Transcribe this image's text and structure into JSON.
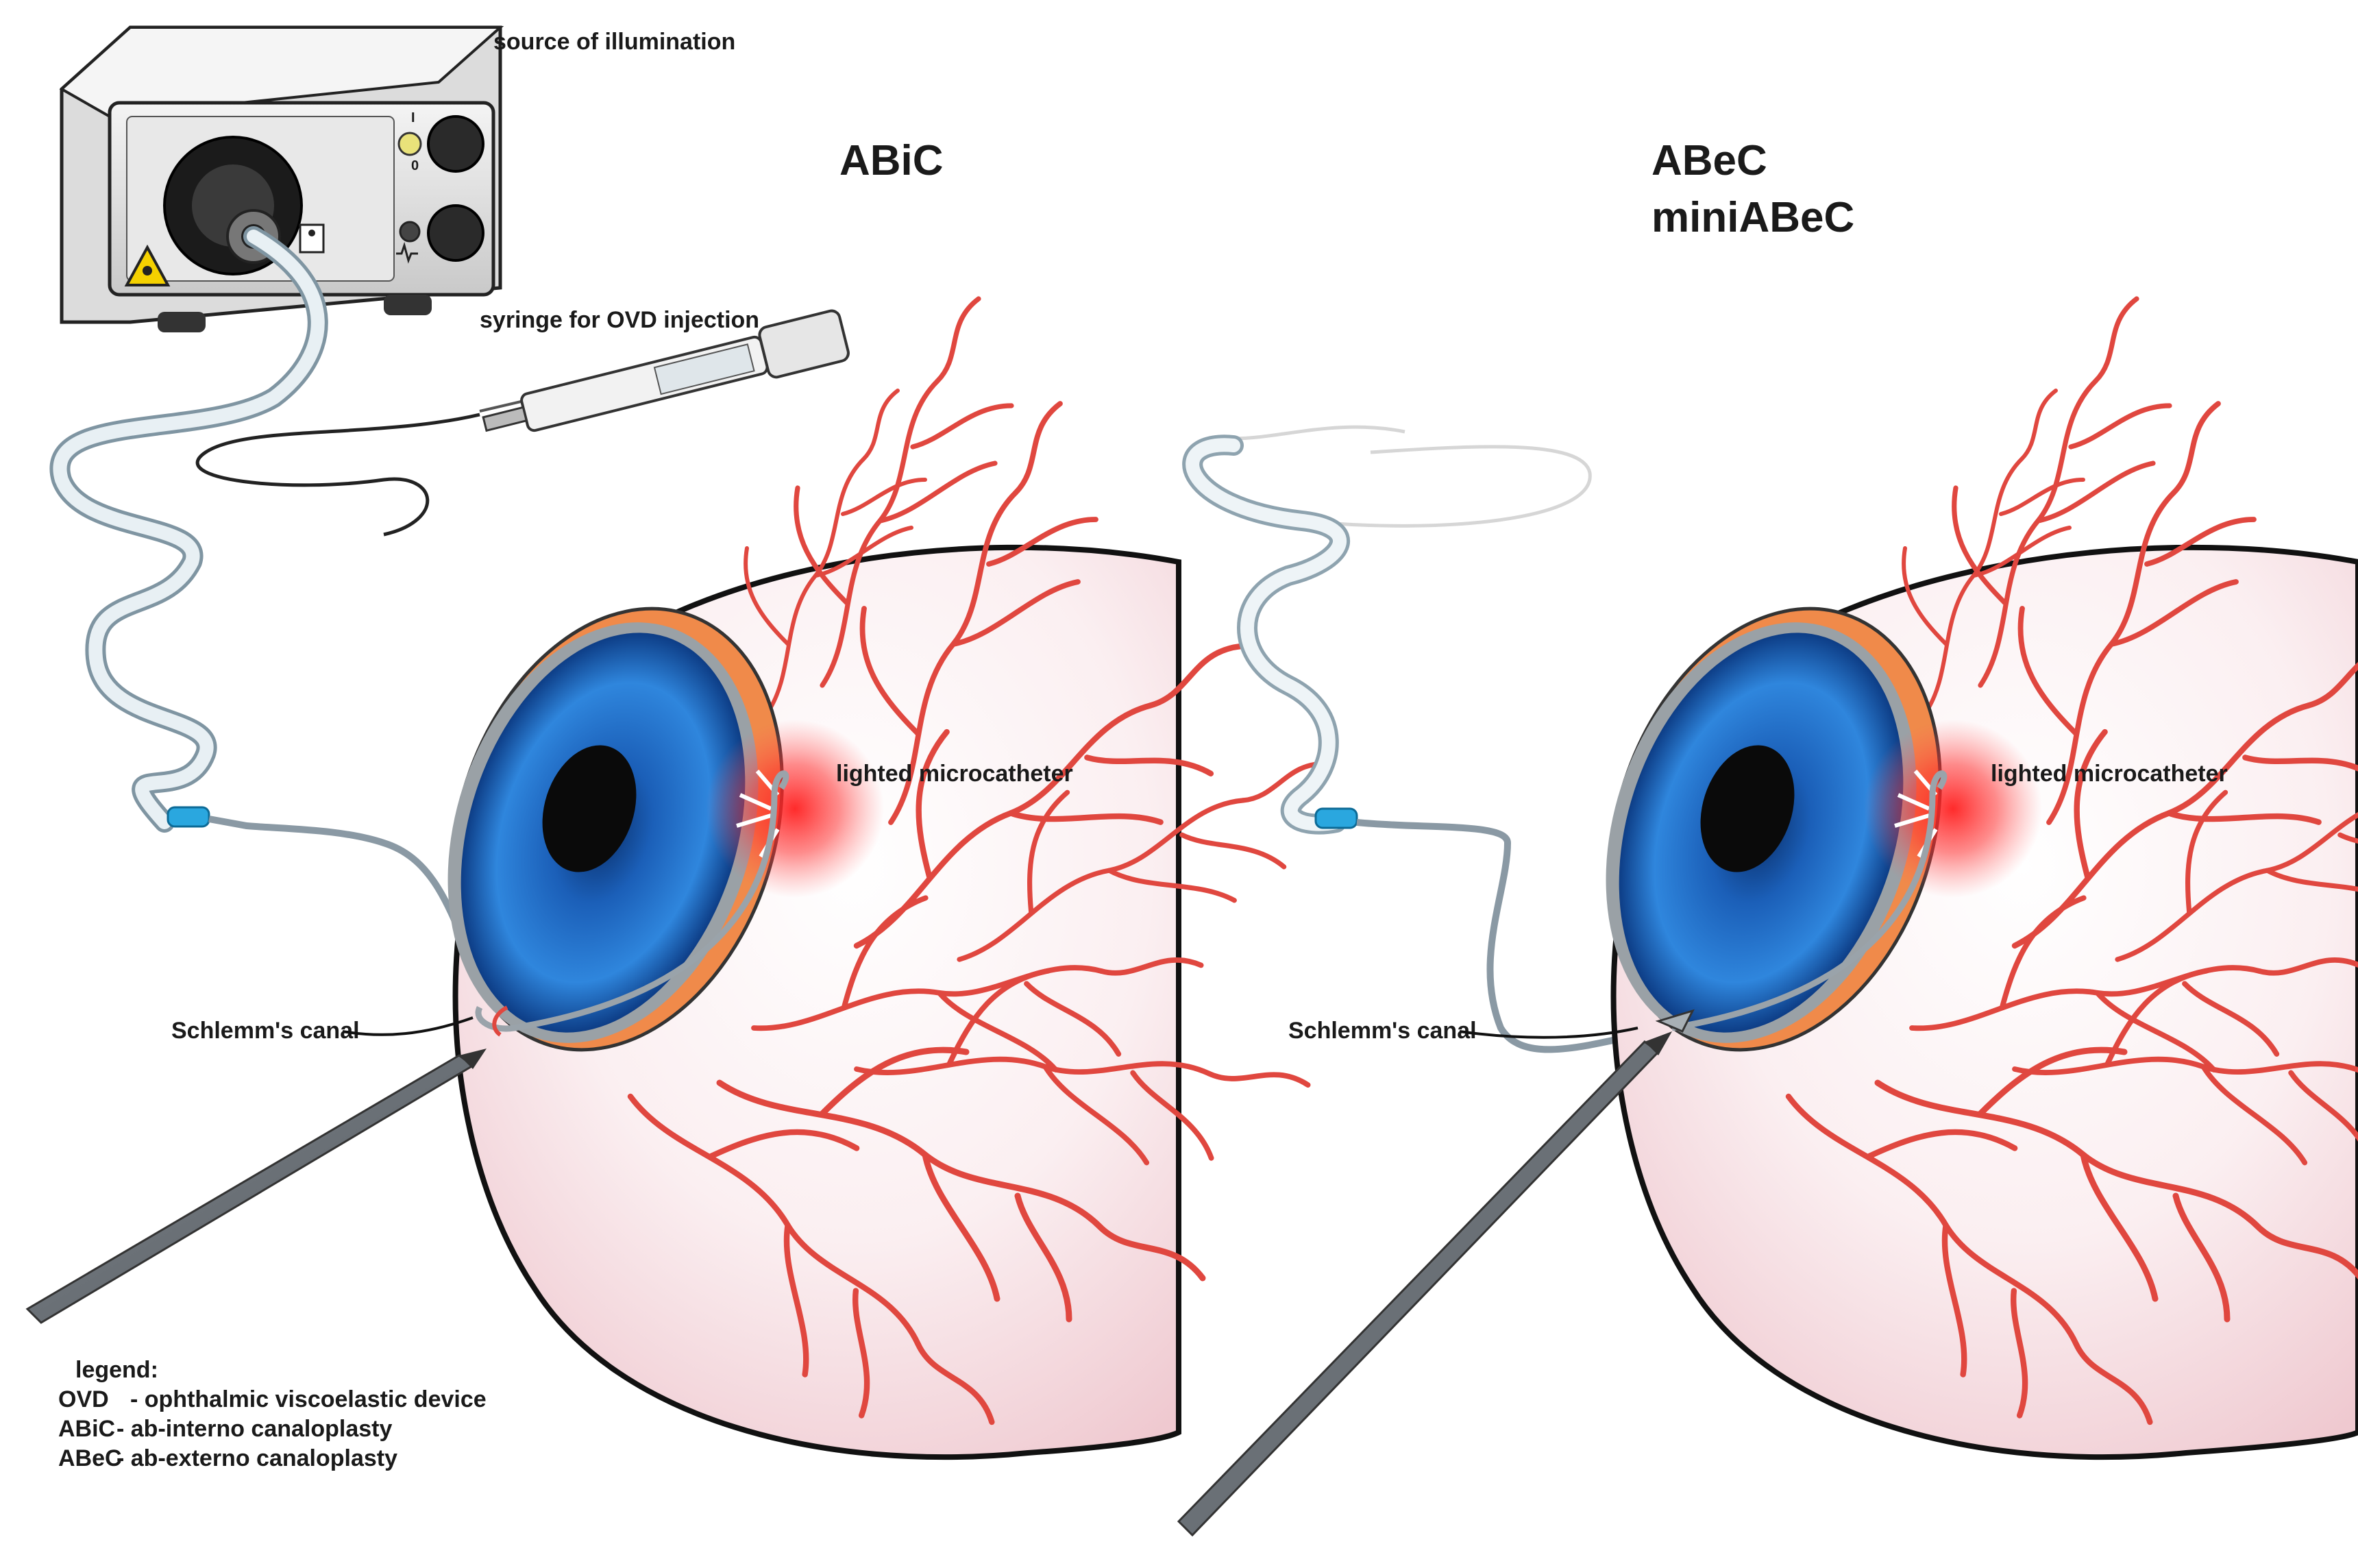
{
  "labels": {
    "source": "source of illumination",
    "syringe": "syringe for OVD injection",
    "title_left": "ABiC",
    "title_right_1": "ABeC",
    "title_right_2": "miniABeC",
    "microcatheter_left": "lighted microcatheter",
    "microcatheter_right": "lighted microcatheter",
    "schlemm_left": "Schlemm's canal",
    "schlemm_right": "Schlemm's canal"
  },
  "legend": {
    "heading": "legend:",
    "items": [
      {
        "abbr": "OVD",
        "text": "- ophthalmic viscoelastic device"
      },
      {
        "abbr": "ABiC",
        "text": "- ab-interno canaloplasty"
      },
      {
        "abbr": "ABeC",
        "text": "- ab-externo canaloplasty"
      }
    ]
  },
  "device": {
    "panel_marks": [
      "I",
      "0"
    ]
  },
  "colors": {
    "iris": "#1f6fc4",
    "sclera": "#f7e6e8",
    "vessel": "#e0473f",
    "limbus": "#f08a4a",
    "glow": "#ff2a2a",
    "tube": "#cfdce3",
    "connector": "#2aa7df",
    "warning": "#f5d100"
  },
  "icons": [
    "warning-triangle-icon",
    "person-symbol-icon",
    "light-bulb-icon",
    "pulse-icon"
  ]
}
